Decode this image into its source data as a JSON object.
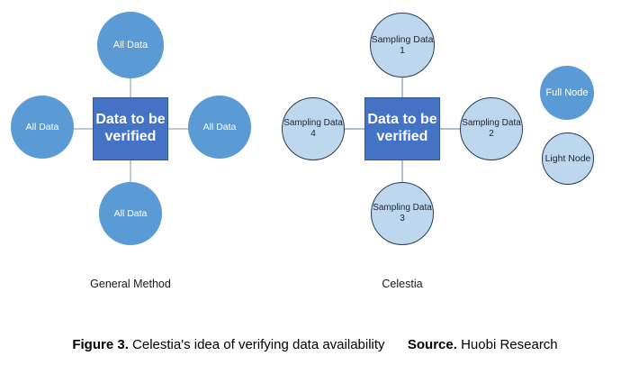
{
  "figure": {
    "caption_figure_label": "Figure 3.",
    "caption_text": "Celestia's idea of verifying data availability",
    "caption_source_label": "Source.",
    "caption_source_text": "Huobi Research"
  },
  "colors": {
    "full_node_fill": "#5b9bd5",
    "light_node_fill": "#bdd7ee",
    "light_node_stroke": "#2b3a55",
    "center_box_fill": "#4472c4",
    "center_box_stroke": "#2f5597",
    "connector_line": "#9aa7b5",
    "text_dark": "#1f2430",
    "text_light": "#ffffff",
    "background": "#ffffff"
  },
  "diagrams": [
    {
      "id": "general-method",
      "label": "General Method",
      "center": {
        "label": "Data to be verified"
      },
      "nodes": [
        {
          "id": "all-data-top",
          "label": "All Data",
          "style": "full"
        },
        {
          "id": "all-data-left",
          "label": "All Data",
          "style": "full"
        },
        {
          "id": "all-data-right",
          "label": "All Data",
          "style": "full"
        },
        {
          "id": "all-data-bottom",
          "label": "All Data",
          "style": "full"
        }
      ]
    },
    {
      "id": "celestia",
      "label": "Celestia",
      "center": {
        "label": "Data to be verified"
      },
      "nodes": [
        {
          "id": "sampling-data-1",
          "label": "Sampling Data 1",
          "style": "light"
        },
        {
          "id": "sampling-data-4",
          "label": "Sampling Data 4",
          "style": "light"
        },
        {
          "id": "sampling-data-2",
          "label": "Sampling Data 2",
          "style": "light"
        },
        {
          "id": "sampling-data-3",
          "label": "Sampling Data 3",
          "style": "light"
        }
      ]
    }
  ],
  "legend": {
    "items": [
      {
        "id": "full-node",
        "label": "Full Node",
        "style": "full"
      },
      {
        "id": "light-node",
        "label": "Light Node",
        "style": "light"
      }
    ]
  }
}
